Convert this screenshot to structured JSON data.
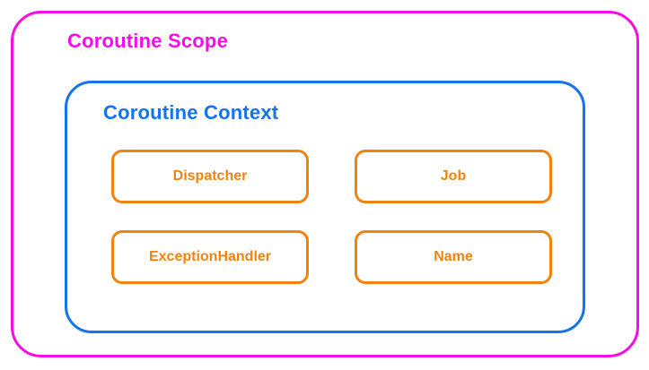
{
  "diagram": {
    "scope": {
      "title": "Coroutine Scope"
    },
    "context": {
      "title": "Coroutine Context"
    },
    "items": [
      {
        "label": "Dispatcher"
      },
      {
        "label": "Job"
      },
      {
        "label": "ExceptionHandler"
      },
      {
        "label": "Name"
      }
    ],
    "colors": {
      "scope_border": "#F50DE3",
      "scope_title": "#F50DE3",
      "context_border": "#1673E8",
      "context_title": "#1673E8",
      "item_border": "#F0820D",
      "item_label": "#F0820D",
      "background": "#FFFFFF"
    }
  }
}
